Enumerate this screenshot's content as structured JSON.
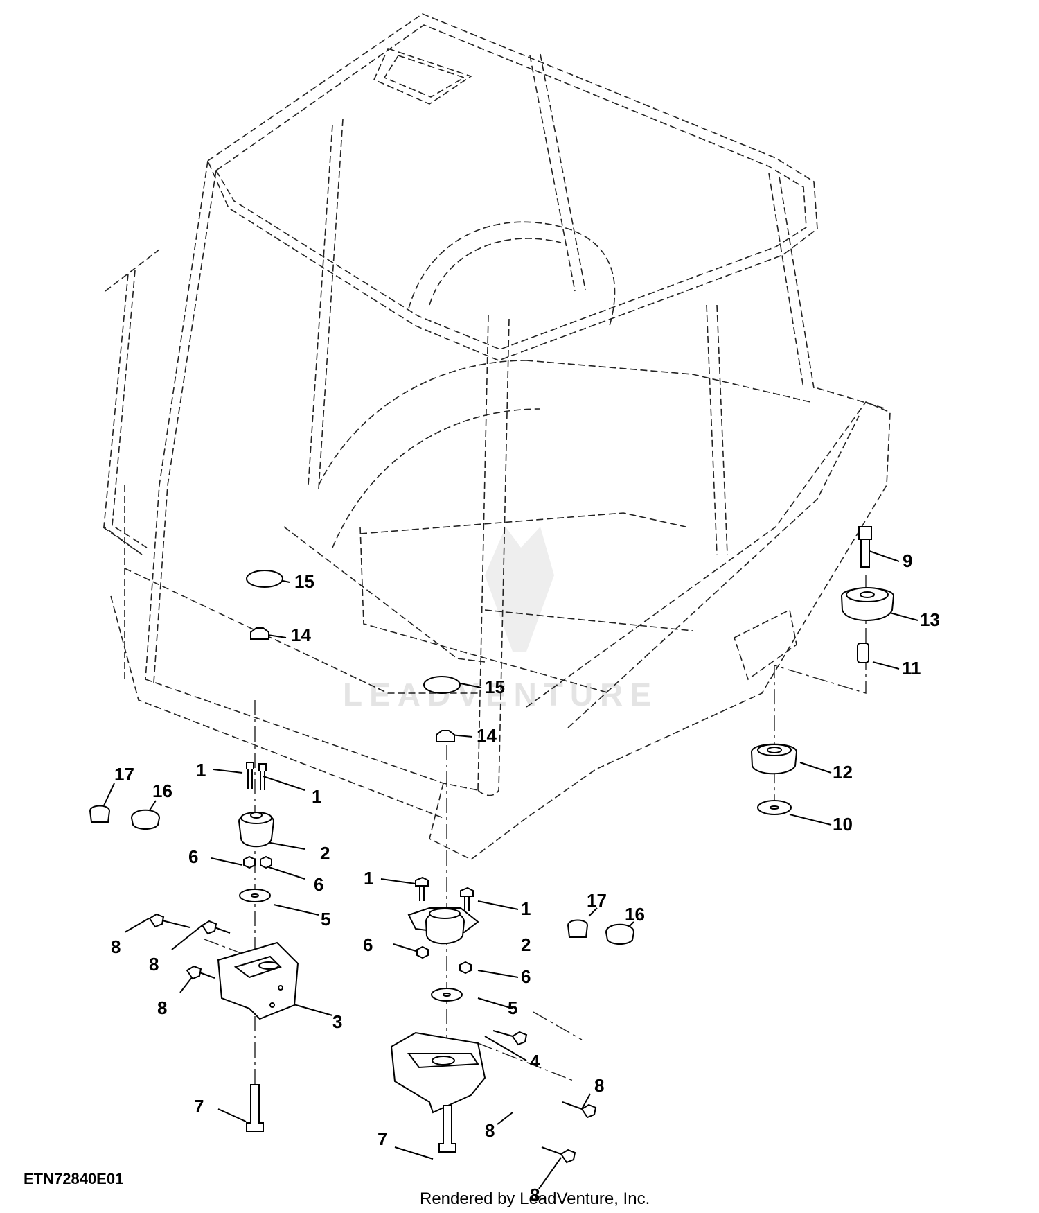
{
  "figure_code": "ETN72840E01",
  "credit": "Rendered by LeadVenture, Inc.",
  "watermark": "LEADVENTURE",
  "callouts": [
    {
      "id": "c1a",
      "label": "1"
    },
    {
      "id": "c1b",
      "label": "1"
    },
    {
      "id": "c2a",
      "label": "2"
    },
    {
      "id": "c6a",
      "label": "6"
    },
    {
      "id": "c6b",
      "label": "6"
    },
    {
      "id": "c5a",
      "label": "5"
    },
    {
      "id": "c8a",
      "label": "8"
    },
    {
      "id": "c8b",
      "label": "8"
    },
    {
      "id": "c8c",
      "label": "8"
    },
    {
      "id": "c3",
      "label": "3"
    },
    {
      "id": "c7a",
      "label": "7"
    },
    {
      "id": "c17a",
      "label": "17"
    },
    {
      "id": "c16a",
      "label": "16"
    },
    {
      "id": "c15a",
      "label": "15"
    },
    {
      "id": "c14a",
      "label": "14"
    },
    {
      "id": "c15b",
      "label": "15"
    },
    {
      "id": "c14b",
      "label": "14"
    },
    {
      "id": "c1c",
      "label": "1"
    },
    {
      "id": "c1d",
      "label": "1"
    },
    {
      "id": "c2b",
      "label": "2"
    },
    {
      "id": "c6c",
      "label": "6"
    },
    {
      "id": "c6d",
      "label": "6"
    },
    {
      "id": "c5b",
      "label": "5"
    },
    {
      "id": "c4",
      "label": "4"
    },
    {
      "id": "c8d",
      "label": "8"
    },
    {
      "id": "c8e",
      "label": "8"
    },
    {
      "id": "c8f",
      "label": "8"
    },
    {
      "id": "c7b",
      "label": "7"
    },
    {
      "id": "c17b",
      "label": "17"
    },
    {
      "id": "c16b",
      "label": "16"
    },
    {
      "id": "c9",
      "label": "9"
    },
    {
      "id": "c13",
      "label": "13"
    },
    {
      "id": "c11",
      "label": "11"
    },
    {
      "id": "c12",
      "label": "12"
    },
    {
      "id": "c10",
      "label": "10"
    }
  ]
}
